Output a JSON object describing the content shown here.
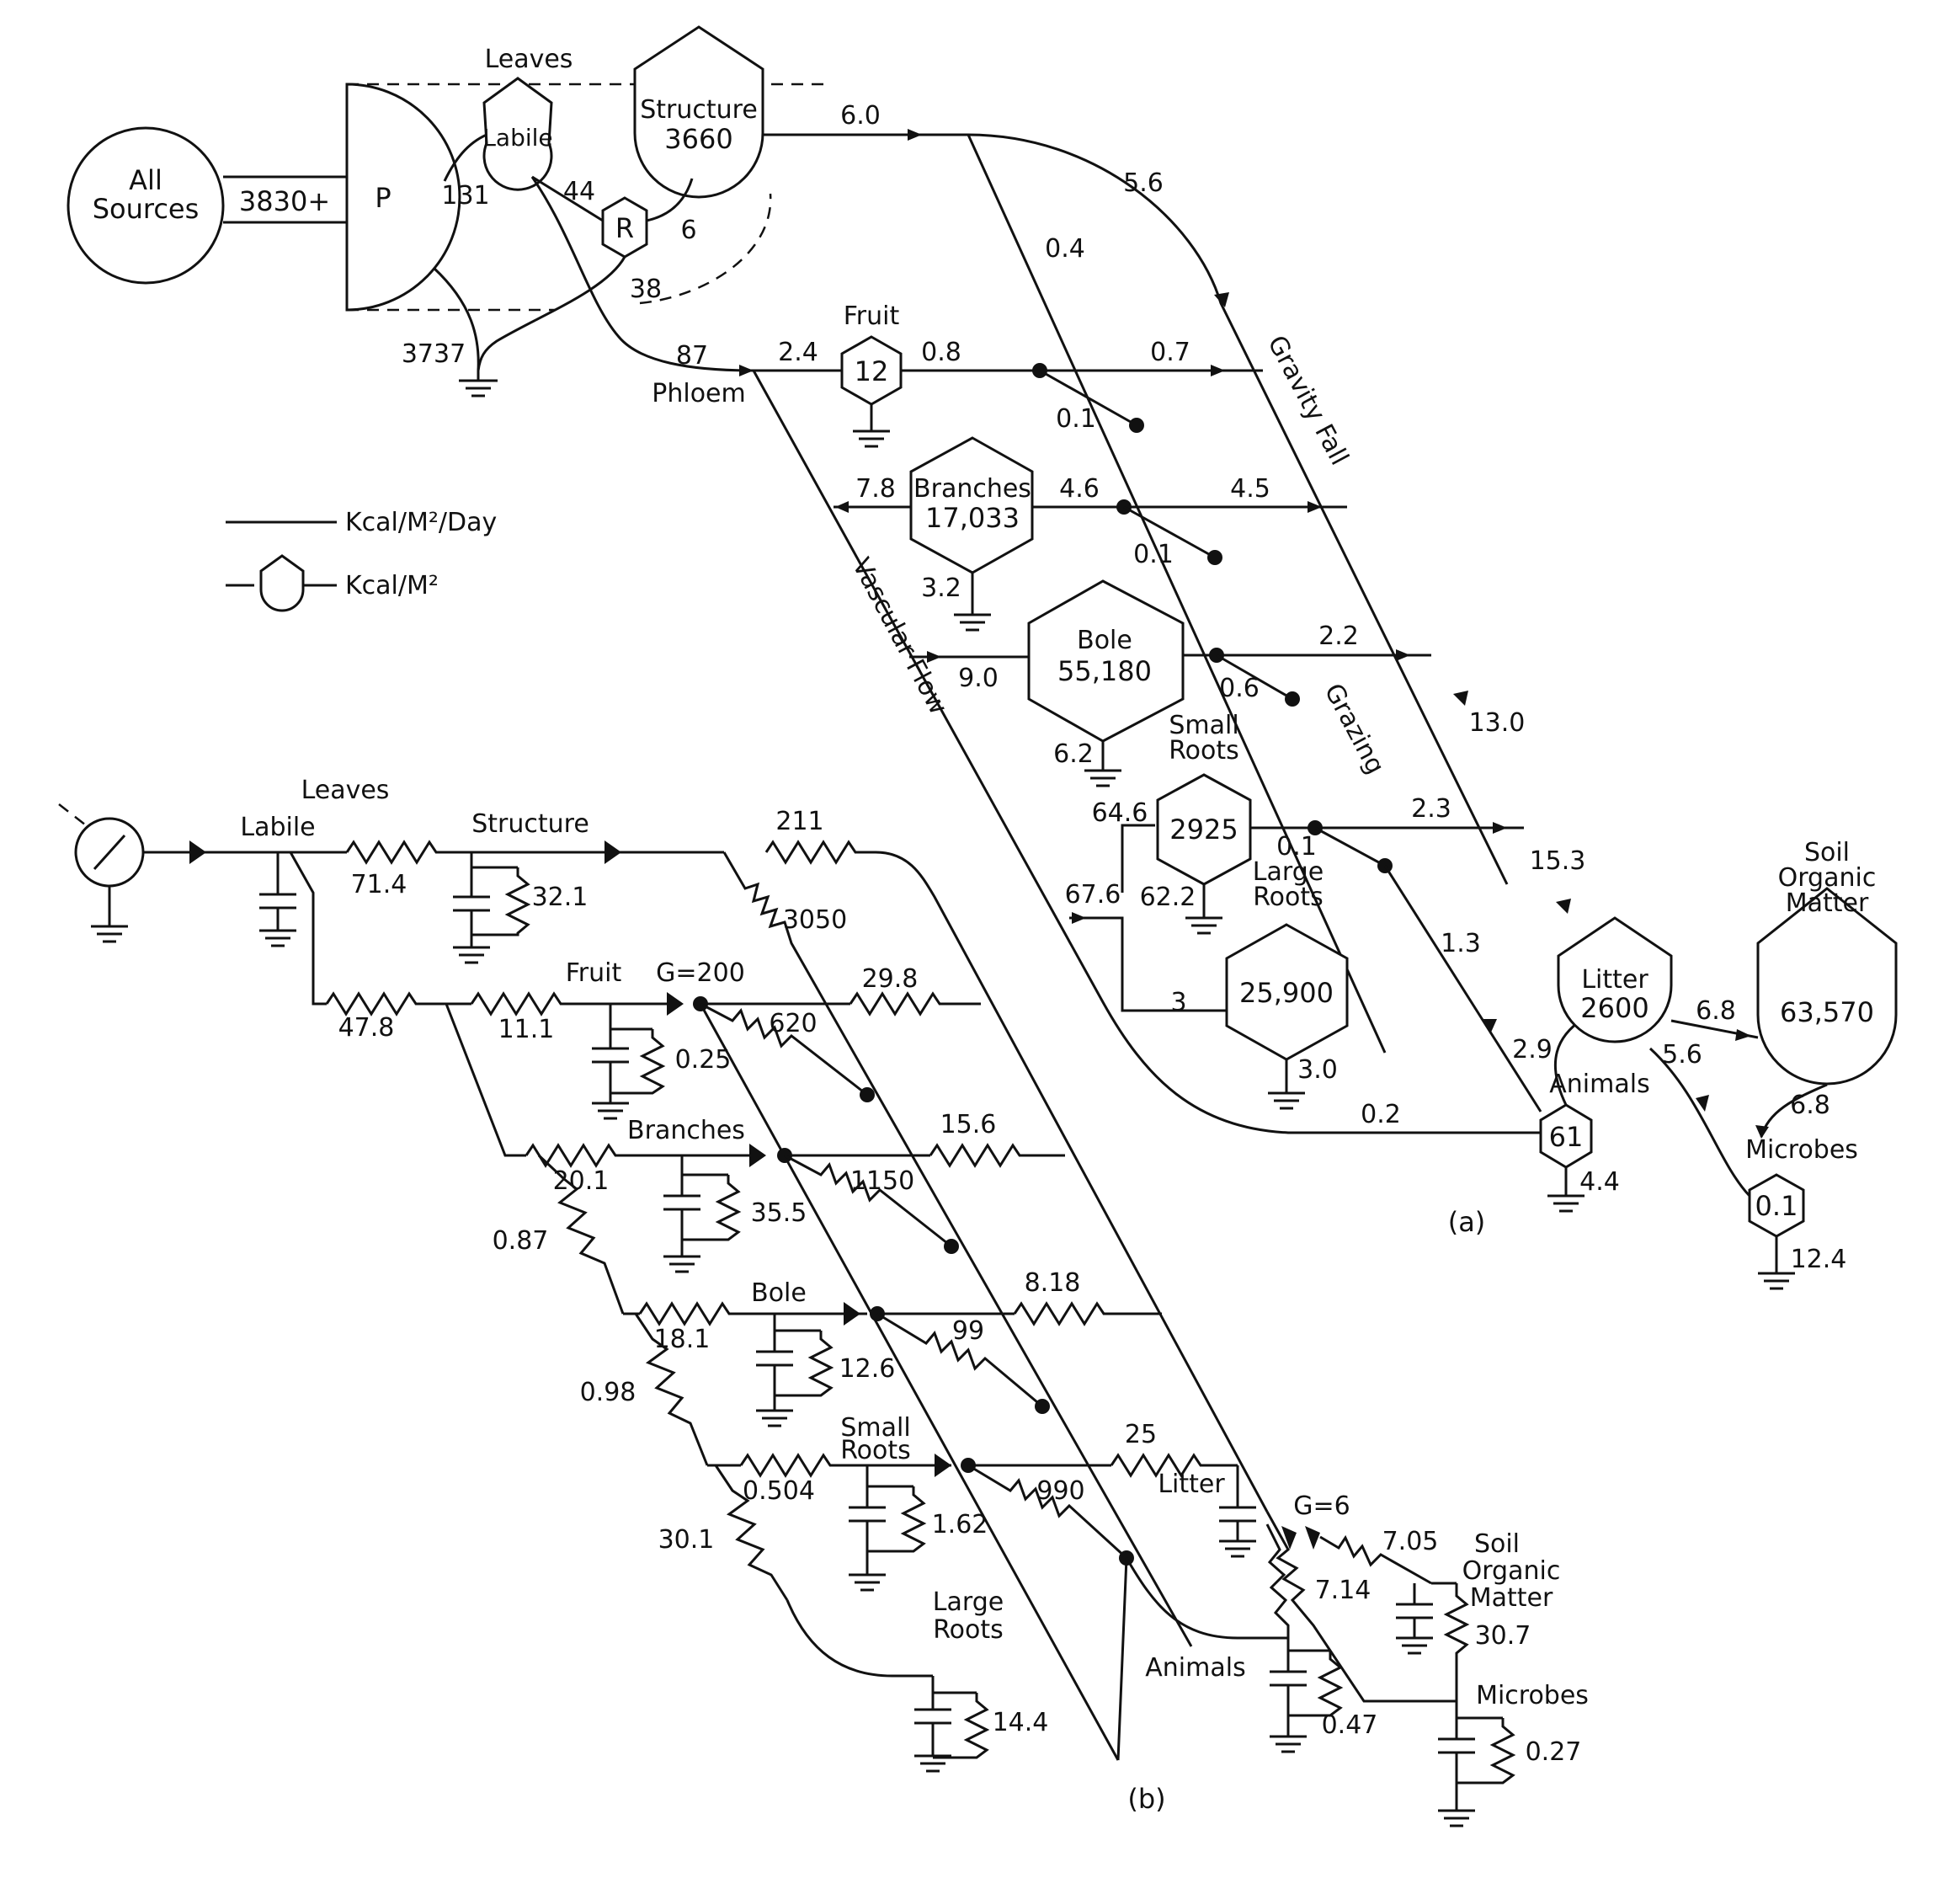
{
  "legend": {
    "flow": "Kcal/M²/Day",
    "storage": "Kcal/M²"
  },
  "panel_a": {
    "caption": "(a)",
    "all_sources": [
      "All",
      "Sources"
    ],
    "source_flow": "3830+",
    "producer": "P",
    "leaves": "Leaves",
    "labile": "Labile",
    "structure": "Structure",
    "structure_value": "3660",
    "respiration": "R",
    "fruit": "Fruit",
    "fruit_value": "12",
    "branches": "Branches",
    "branches_value": "17,033",
    "bole": "Bole",
    "bole_value": "55,180",
    "small_roots": [
      "Small",
      "Roots"
    ],
    "small_roots_value": "2925",
    "large_roots": [
      "Large",
      "Roots"
    ],
    "large_roots_value": "25,900",
    "litter": "Litter",
    "litter_value": "2600",
    "soil_organic_matter": [
      "Soil",
      "Organic",
      "Matter"
    ],
    "som_value": "63,570",
    "animals": "Animals",
    "animals_value": "61",
    "microbes": "Microbes",
    "microbes_value": "0.1",
    "phloem": "Phloem",
    "vascular_flow": "Vascular Flow",
    "gravity_fall": "Gravity Fall",
    "grazing": "Grazing",
    "flows": [
      "131",
      "44",
      "6",
      "38",
      "3737",
      "87",
      "6.0",
      "5.6",
      "0.4",
      "2.4",
      "0.8",
      "0.7",
      "0.1",
      "7.8",
      "4.6",
      "4.5",
      "0.1",
      "3.2",
      "9.0",
      "2.2",
      "0.6",
      "6.2",
      "13.0",
      "64.6",
      "2.3",
      "0.1",
      "15.3",
      "67.6",
      "62.2",
      "1.3",
      "3",
      "3.0",
      "2.9",
      "0.2",
      "4.4",
      "6.8",
      "5.6",
      "6.8",
      "12.4"
    ]
  },
  "panel_b": {
    "caption": "(b)",
    "leaves": "Leaves",
    "labile": "Labile",
    "structure": "Structure",
    "fruit": "Fruit",
    "fruit_gain": "G=200",
    "branches": "Branches",
    "bole": "Bole",
    "small_roots": [
      "Small",
      "Roots"
    ],
    "large_roots": [
      "Large",
      "Roots"
    ],
    "litter": "Litter",
    "animals": "Animals",
    "soil_organic_matter": [
      "Soil",
      "Organic",
      "Matter"
    ],
    "microbes": "Microbes",
    "litter_gain": "G=6",
    "values": [
      "71.4",
      "32.1",
      "211",
      "3050",
      "47.8",
      "11.1",
      "0.25",
      "29.8",
      "620",
      "20.1",
      "35.5",
      "15.6",
      "1150",
      "0.87",
      "18.1",
      "12.6",
      "8.18",
      "99",
      "0.98",
      "0.504",
      "1.62",
      "25",
      "990",
      "30.1",
      "14.4",
      "7.05",
      "7.14",
      "30.7",
      "0.47",
      "0.27"
    ]
  }
}
